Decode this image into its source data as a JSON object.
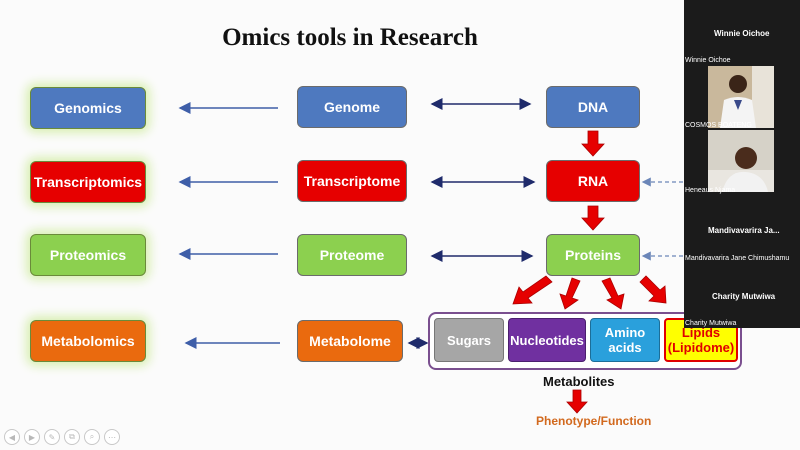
{
  "slide": {
    "title": "Omics tools in Research",
    "omics": [
      "Genomics",
      "Transcriptomics",
      "Proteomics",
      "Metabolomics"
    ],
    "middle": [
      "Genome",
      "Transcriptome",
      "Proteome",
      "Metabolome"
    ],
    "right": [
      "DNA",
      "RNA",
      "Proteins"
    ],
    "metabolites": {
      "sugars": "Sugars",
      "nucleotides": "Nucleotides",
      "amino_line1": "Amino",
      "amino_line2": "acids",
      "lipids_line1": "Lipids",
      "lipids_line2": "(Lipidome)"
    },
    "metabolites_label": "Metabolites",
    "phenotype_label": "Phenotype/Function"
  },
  "participants": {
    "header_name": "Winnie Oichoe",
    "tile1_name": "Winnie Oichoe",
    "tile1_caption": "COSMOS BOATENG",
    "tile2_caption": "Heneaus Njama",
    "tile3_name": "Mandivavarira Ja...",
    "tile3_caption": "Mandivavarira Jane Chimushamu",
    "tile4_name": "Charity Mutwiwa",
    "tile4_caption": "Charity Mutwiwa"
  },
  "toolbar": [
    "◀",
    "▶",
    "✎",
    "⧉",
    "⌕",
    "⋯"
  ],
  "colors": {
    "blue": "#4e79bf",
    "red": "#e60000",
    "green": "#8cd04f",
    "orange": "#ea6a0e",
    "purple": "#7030a0",
    "cyan": "#2aa0dc",
    "yellow": "#ffff00",
    "grey": "#9a9a9a"
  }
}
